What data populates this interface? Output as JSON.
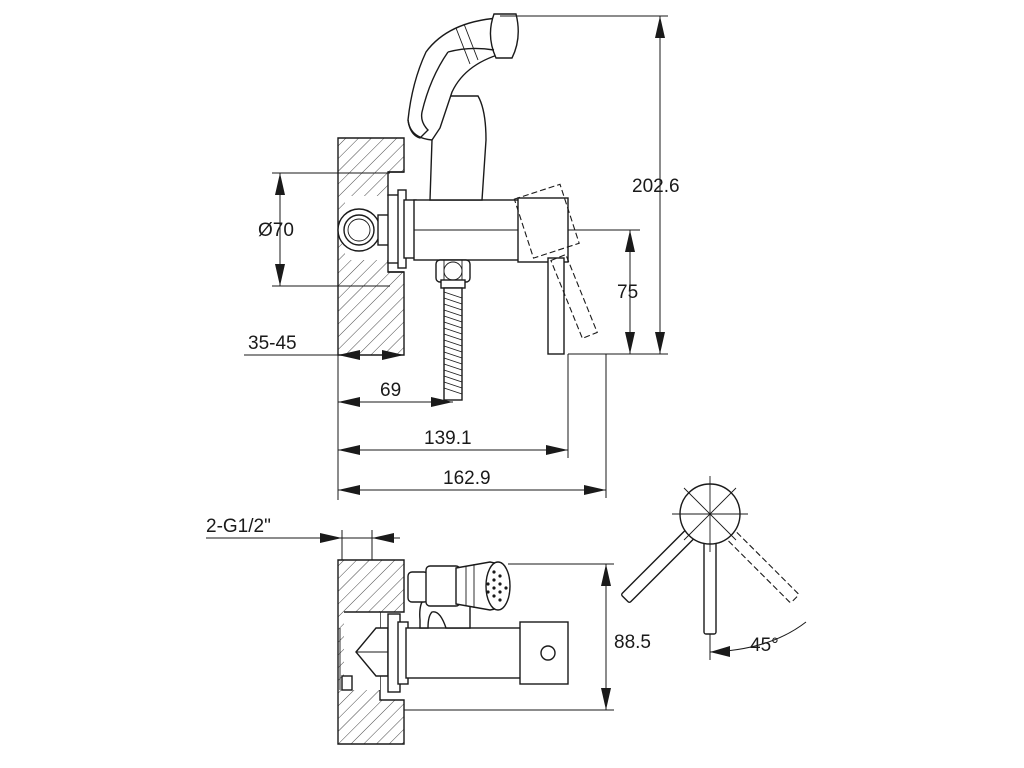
{
  "dimensions": {
    "height_total": "202.6",
    "diameter": "Ø70",
    "lever_height": "75",
    "wall_depth": "35-45",
    "hose_offset": "69",
    "body_length": "139.1",
    "overall_length": "162.9",
    "thread": "2-G1/2\"",
    "plan_depth": "88.5",
    "lever_angle": "45°"
  },
  "colors": {
    "line": "#1a1a1a",
    "background": "#ffffff"
  }
}
